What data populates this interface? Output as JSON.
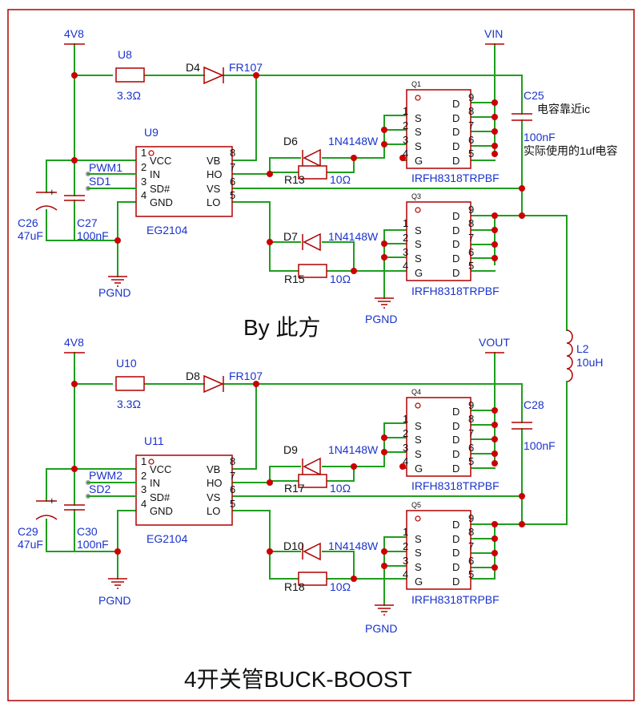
{
  "title": "4开关管BUCK-BOOST",
  "credit": "By 此方",
  "rails": {
    "v48": "4V8",
    "vin": "VIN",
    "vout": "VOUT",
    "pgnd": "PGND"
  },
  "nets": {
    "pwm1": "PWM1",
    "sd1": "SD1",
    "pwm2": "PWM2",
    "sd2": "SD2"
  },
  "top": {
    "res": {
      "ref": "U8",
      "val": "3.3Ω"
    },
    "diode": {
      "ref": "D4",
      "val": "FR107"
    },
    "ic": {
      "ref": "U9",
      "val": "EG2104"
    },
    "dhi": {
      "ref": "D6",
      "val": "1N4148W"
    },
    "rhi": {
      "ref": "R13",
      "val": "10Ω"
    },
    "dlo": {
      "ref": "D7",
      "val": "1N4148W"
    },
    "rlo": {
      "ref": "R15",
      "val": "10Ω"
    },
    "qhi": {
      "ref": "Q1",
      "val": "IRFH8318TRPBF"
    },
    "qlo": {
      "ref": "Q3",
      "val": "IRFH8318TRPBF"
    },
    "ce": {
      "ref": "C26",
      "val": "47uF"
    },
    "cc": {
      "ref": "C27",
      "val": "100nF"
    },
    "cin": {
      "ref": "C25",
      "val": "100nF",
      "note1": "电容靠近ic",
      "note2": "实际使用的1uf电容"
    }
  },
  "bottom": {
    "res": {
      "ref": "U10",
      "val": "3.3Ω"
    },
    "diode": {
      "ref": "D8",
      "val": "FR107"
    },
    "ic": {
      "ref": "U11",
      "val": "EG2104"
    },
    "dhi": {
      "ref": "D9",
      "val": "1N4148W"
    },
    "rhi": {
      "ref": "R17",
      "val": "10Ω"
    },
    "dlo": {
      "ref": "D10",
      "val": "1N4148W"
    },
    "rlo": {
      "ref": "R18",
      "val": "10Ω"
    },
    "qhi": {
      "ref": "Q4",
      "val": "IRFH8318TRPBF"
    },
    "qlo": {
      "ref": "Q5",
      "val": "IRFH8318TRPBF"
    },
    "ce": {
      "ref": "C29",
      "val": "47uF"
    },
    "cc": {
      "ref": "C30",
      "val": "100nF"
    },
    "cout": {
      "ref": "C28",
      "val": "100nF"
    }
  },
  "inductor": {
    "ref": "L2",
    "val": "10uH"
  },
  "ic_pins": {
    "left": [
      {
        "n": "1",
        "name": "VCC"
      },
      {
        "n": "2",
        "name": "IN"
      },
      {
        "n": "3",
        "name": "SD#"
      },
      {
        "n": "4",
        "name": "GND"
      }
    ],
    "right": [
      {
        "n": "8",
        "name": "VB"
      },
      {
        "n": "7",
        "name": "HO"
      },
      {
        "n": "6",
        "name": "VS"
      },
      {
        "n": "5",
        "name": "LO"
      }
    ]
  },
  "fet_pins": {
    "left": [
      {
        "n": "1",
        "name": "S"
      },
      {
        "n": "2",
        "name": "S"
      },
      {
        "n": "3",
        "name": "S"
      },
      {
        "n": "4",
        "name": "G"
      }
    ],
    "right": [
      {
        "n": "9",
        "name": "D"
      },
      {
        "n": "8",
        "name": "D"
      },
      {
        "n": "7",
        "name": "D"
      },
      {
        "n": "6",
        "name": "D"
      },
      {
        "n": "5",
        "name": "D"
      }
    ],
    "plus": "+"
  }
}
